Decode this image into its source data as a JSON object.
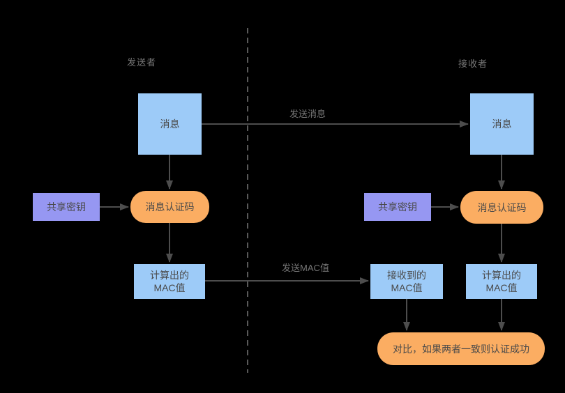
{
  "colors": {
    "background": "#000000",
    "message_box": "#9DCBF8",
    "key_box": "#9697F2",
    "mac_box": "#FBAD62",
    "line": "#4D4D4D",
    "divider": "#5A5A5A",
    "label_text": "#767676",
    "node_text": "#4A4A4A"
  },
  "lanes": {
    "sender": "发送者",
    "receiver": "接收者"
  },
  "nodes": {
    "sender_message": "消息",
    "receiver_message": "消息",
    "sender_shared_key": "共享密钥",
    "receiver_shared_key": "共享密钥",
    "sender_mac_function": "消息认证码",
    "receiver_mac_function": "消息认证码",
    "sender_computed_mac_line1": "计算出的",
    "sender_computed_mac_line2": "MAC值",
    "received_mac_line1": "接收到的",
    "received_mac_line2": "MAC值",
    "receiver_computed_mac_line1": "计算出的",
    "receiver_computed_mac_line2": "MAC值",
    "compare": "对比，如果两者一致则认证成功"
  },
  "edge_labels": {
    "send_message": "发送消息",
    "send_mac": "发送MAC值"
  }
}
